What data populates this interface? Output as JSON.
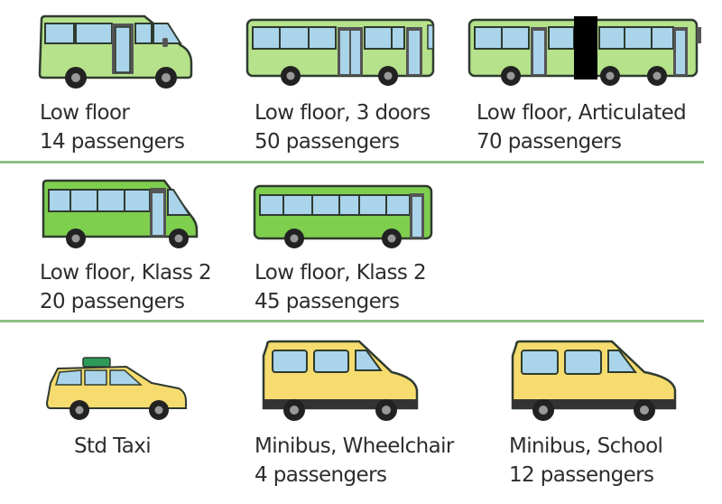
{
  "colors": {
    "light_green_body": "#b5e28a",
    "bright_green_body": "#7fcf4f",
    "yellow_body": "#f6dc6f",
    "window": "#a9d4ea",
    "outline": "#2f3b2f",
    "divider": "#8fbf85",
    "taxi_sign": "#2e9b5a"
  },
  "rows": [
    {
      "vehicles": [
        {
          "icon": "low-floor-minibus-icon",
          "title": "Low floor",
          "capacity": "14 passengers"
        },
        {
          "icon": "three-door-bus-icon",
          "title": "Low floor, 3 doors",
          "capacity": "50 passengers"
        },
        {
          "icon": "articulated-bus-icon",
          "title": "Low floor, Articulated",
          "capacity": "70 passengers"
        }
      ]
    },
    {
      "vehicles": [
        {
          "icon": "klass2-midibus-icon",
          "title": "Low floor, Klass 2",
          "capacity": "20 passengers"
        },
        {
          "icon": "klass2-coach-icon",
          "title": "Low floor, Klass 2",
          "capacity": "45 passengers"
        }
      ]
    },
    {
      "vehicles": [
        {
          "icon": "taxi-icon",
          "title": "Std Taxi",
          "capacity": ""
        },
        {
          "icon": "wheelchair-minibus-icon",
          "title": "Minibus, Wheelchair",
          "capacity": "4 passengers"
        },
        {
          "icon": "school-minibus-icon",
          "title": "Minibus, School",
          "capacity": "12 passengers"
        }
      ]
    }
  ]
}
